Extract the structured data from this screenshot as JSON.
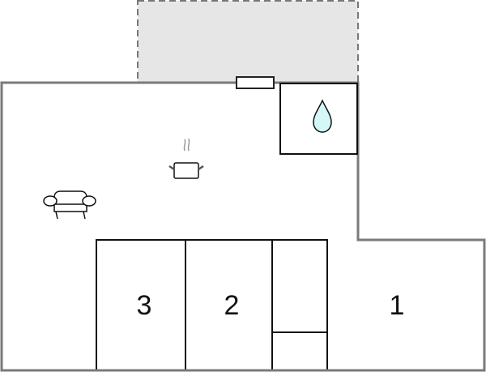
{
  "floorplan": {
    "terrace": {
      "fill": "#e6e6e6",
      "border": "#777777",
      "style": "dashed"
    },
    "outer_wall_color": "#7a7a7a",
    "inner_wall_color": "#111111",
    "rooms": [
      {
        "id": "bedroom-3",
        "label": "3"
      },
      {
        "id": "bedroom-2",
        "label": "2"
      },
      {
        "id": "bedroom-1",
        "label": "1"
      }
    ],
    "icons": {
      "bathroom": "water-drop-icon",
      "kitchen": "cooking-pot-icon",
      "living": "armchair-icon",
      "window": "window-icon"
    },
    "colors": {
      "water_drop": "#d4f8f8"
    }
  }
}
